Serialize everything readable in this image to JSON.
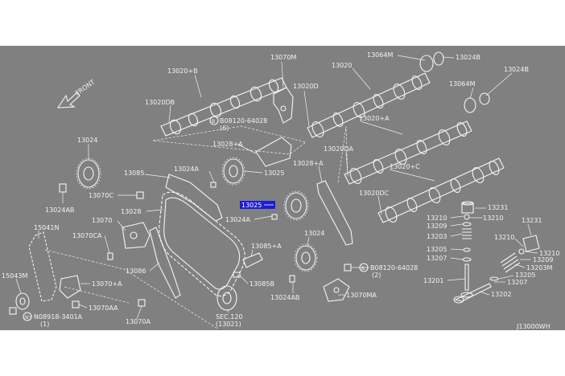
{
  "colors": {
    "background": "#808080",
    "linework": "#f4f4f4",
    "highlight": "#1c1cd4",
    "page": "#ffffff"
  },
  "front_label": "FRONT",
  "catalog_code": "J13000WH",
  "highlighted_part": "13025",
  "labels": {
    "l13020B": "13020+B",
    "l13070M": "13070M",
    "l13020": "13020",
    "l13064M_top": "13064M",
    "l13024B_top": "13024B",
    "l13024B_right": "13024B",
    "l13064M_right": "13064M",
    "l13020DB": "13020DB",
    "l13020D": "13020D",
    "lBolt1": "B08120-64028",
    "lBolt1q": "(6)",
    "l13028A_top": "13028+A",
    "l13020A": "13020+A",
    "l13024_left": "13024",
    "l13085": "13085",
    "l13024A_mid": "13024A",
    "l13025_mid": "13025",
    "l13028A_mid": "13028+A",
    "l13020DA": "13020DA",
    "l13020C": "13020+C",
    "l13070C": "13070C",
    "l13025_hl": "13025",
    "l13020DC": "13020DC",
    "l13024AB_left": "13024AB",
    "l13028": "13028",
    "l13024A_low": "13024A",
    "l13231_top": "13231",
    "l13070": "13070",
    "l15041N": "15041N",
    "l13210_a": "13210",
    "l13210_b": "13210",
    "l13209_a": "13209",
    "l13231_right": "13231",
    "l13070CA": "13070CA",
    "l13024_low": "13024",
    "l13203": "13203",
    "l13210_c": "13210",
    "l13210_d": "13210",
    "l13085A": "13085+A",
    "l13205_a": "13205",
    "l13209_b": "13209",
    "l13207_a": "13207",
    "l13203M": "13203M",
    "l13086": "13086",
    "lBolt2": "B08120-64028",
    "lBolt2q": "(2)",
    "l13205_b": "13205",
    "l15043M": "15043M",
    "l13070A_plus": "13070+A",
    "l13085B": "13085B",
    "l13201": "13201",
    "l13207_b": "13207",
    "l13070AA": "13070AA",
    "l13024AB_low": "13024AB",
    "l13070MA": "13070MA",
    "l13202": "13202",
    "lNut": "N08918-3401A",
    "lNutq": "(1)",
    "l13070A": "13070A",
    "lSec": "SEC.120",
    "lSecRef": "(13021)"
  }
}
